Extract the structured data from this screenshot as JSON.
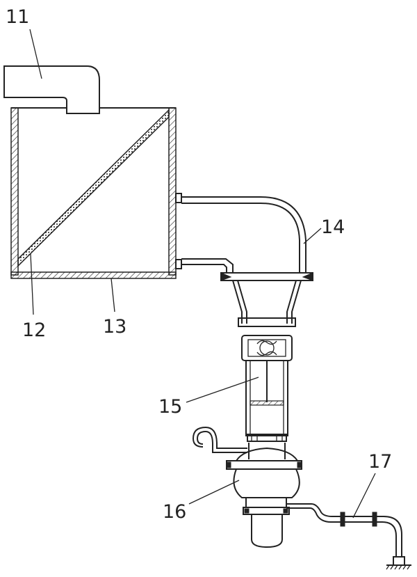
{
  "diagram": {
    "labels": [
      {
        "id": "label-11",
        "text": "11"
      },
      {
        "id": "label-12",
        "text": "12"
      },
      {
        "id": "label-13",
        "text": "13"
      },
      {
        "id": "label-14",
        "text": "14"
      },
      {
        "id": "label-15",
        "text": "15"
      },
      {
        "id": "label-16",
        "text": "16"
      },
      {
        "id": "label-17",
        "text": "17"
      }
    ]
  }
}
